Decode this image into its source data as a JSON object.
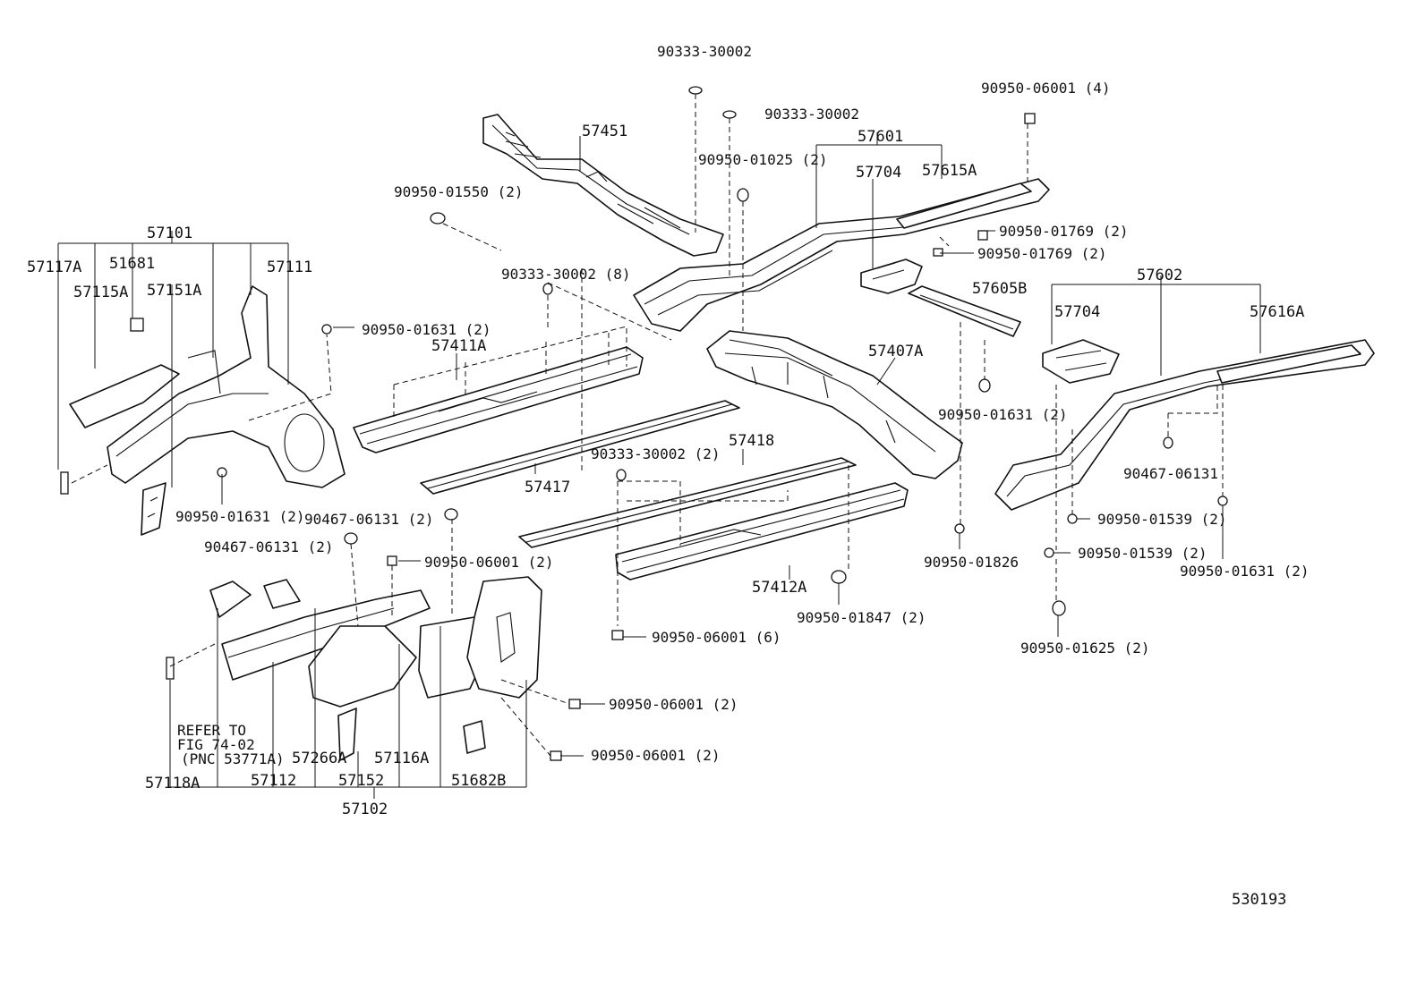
{
  "callouts": {
    "p90333_30002_a": "90333-30002",
    "p90333_30002_b": "90333-30002",
    "p90950_06001_4": "90950-06001 (4)",
    "p57451": "57451",
    "p57601": "57601",
    "p90950_01025_2": "90950-01025 (2)",
    "p57704_a": "57704",
    "p57615A": "57615A",
    "p90950_01550_2": "90950-01550 (2)",
    "p90950_01769_2_a": "90950-01769 (2)",
    "p90950_01769_2_b": "90950-01769 (2)",
    "p57101": "57101",
    "p57117A": "57117A",
    "p51681": "51681",
    "p57111": "57111",
    "p57115A": "57115A",
    "p57151A": "57151A",
    "p90333_30002_8": "90333-30002 (8)",
    "p57602": "57602",
    "p57605B": "57605B",
    "p57704_b": "57704",
    "p57616A": "57616A",
    "p90950_01631_2_a": "90950-01631 (2)",
    "p57411A": "57411A",
    "p57407A": "57407A",
    "p90950_01631_2_b": "90950-01631 (2)",
    "p57418": "57418",
    "p90333_30002_2": "90333-30002 (2)",
    "p57417": "57417",
    "p90467_06131": "90467-06131",
    "p90950_01631_2_c": "90950-01631 (2)",
    "p90467_06131_2_a": "90467-06131 (2)",
    "p90467_06131_2_b": "90467-06131 (2)",
    "p90950_01539_2_a": "90950-01539 (2)",
    "p90950_01539_2_b": "90950-01539 (2)",
    "p90950_06001_2_a": "90950-06001 (2)",
    "p90950_01826": "90950-01826",
    "p90950_01631_2_d": "90950-01631 (2)",
    "p57412A": "57412A",
    "p90950_01847_2": "90950-01847 (2)",
    "p90950_06001_6": "90950-06001 (6)",
    "p90950_01625_2": "90950-01625 (2)",
    "p90950_06001_2_b": "90950-06001 (2)",
    "p90950_06001_2_c": "90950-06001 (2)",
    "refer_line1": "REFER TO",
    "refer_line2": "FIG 74-02",
    "refer_line3": "(PNC 53771A)",
    "p57266A": "57266A",
    "p57116A": "57116A",
    "p57118A": "57118A",
    "p57112": "57112",
    "p57152": "57152",
    "p51682B": "51682B",
    "p57102": "57102"
  },
  "figure_id": "530193"
}
